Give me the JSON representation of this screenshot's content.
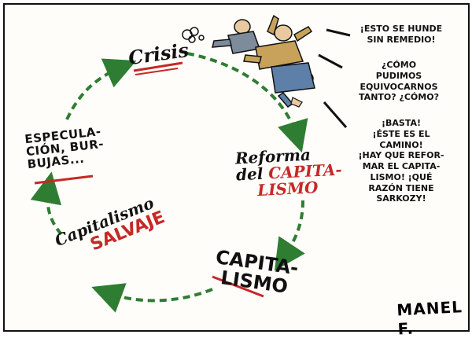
{
  "cycle": {
    "crisis": "Crisis",
    "reforma_line1": "Reforma",
    "reforma_line2a": "del",
    "reforma_line2b": "CAPITA-",
    "reforma_line3": "LISMO",
    "capitalismo_line1": "CAPITA-",
    "capitalismo_line2": "LISMO",
    "salvaje_line1": "Capitalismo",
    "salvaje_line2": "SALVAJE",
    "especulacion_line1": "ESPECULA-",
    "especulacion_line2": "CIÓN, BUR-",
    "especulacion_line3": "BUJAS..."
  },
  "bubbles": {
    "b1_line1": "¡ESTO SE HUNDE",
    "b1_line2": "SIN REMEDIO!",
    "b2_line1": "¿CÓMO",
    "b2_line2": "PUDIMOS",
    "b2_line3": "EQUIVOCARNOS",
    "b2_line4": "TANTO? ¿CÓMO?",
    "b3_line1": "¡BASTA!",
    "b3_line2": "¡ÉSTE ES EL",
    "b3_line3": "CAMINO!",
    "b3_line4": "¡HAY QUE REFOR-",
    "b3_line5": "MAR EL CAPITA-",
    "b3_line6": "LISMO! ¡QUÉ",
    "b3_line7": "RAZÓN TIENE",
    "b3_line8": "SARKOZY!"
  },
  "signature": "MANEL F.",
  "colors": {
    "arrow": "#2e7d32",
    "accent": "#c62828",
    "ink": "#111111"
  },
  "icons": [
    "falling-men-illustration",
    "dust-cloud-icon"
  ]
}
